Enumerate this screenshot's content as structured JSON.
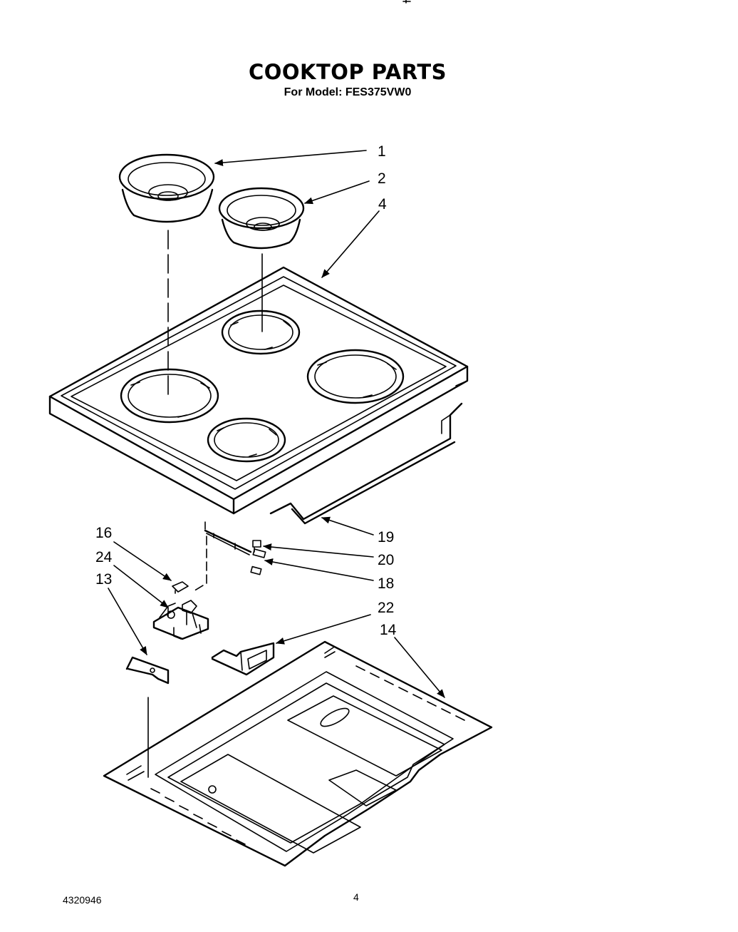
{
  "header": {
    "title": "COOKTOP PARTS",
    "subtitle": "For Model: FES375VW0"
  },
  "callouts": [
    {
      "id": "1",
      "text": "1"
    },
    {
      "id": "2",
      "text": "2"
    },
    {
      "id": "4",
      "text": "4"
    },
    {
      "id": "19",
      "text": "19"
    },
    {
      "id": "20",
      "text": "20"
    },
    {
      "id": "18",
      "text": "18"
    },
    {
      "id": "16",
      "text": "16"
    },
    {
      "id": "24",
      "text": "24"
    },
    {
      "id": "13",
      "text": "13"
    },
    {
      "id": "22",
      "text": "22"
    },
    {
      "id": "14",
      "text": "14"
    }
  ],
  "footer": {
    "doc_number": "4320946",
    "page_number": "4"
  }
}
